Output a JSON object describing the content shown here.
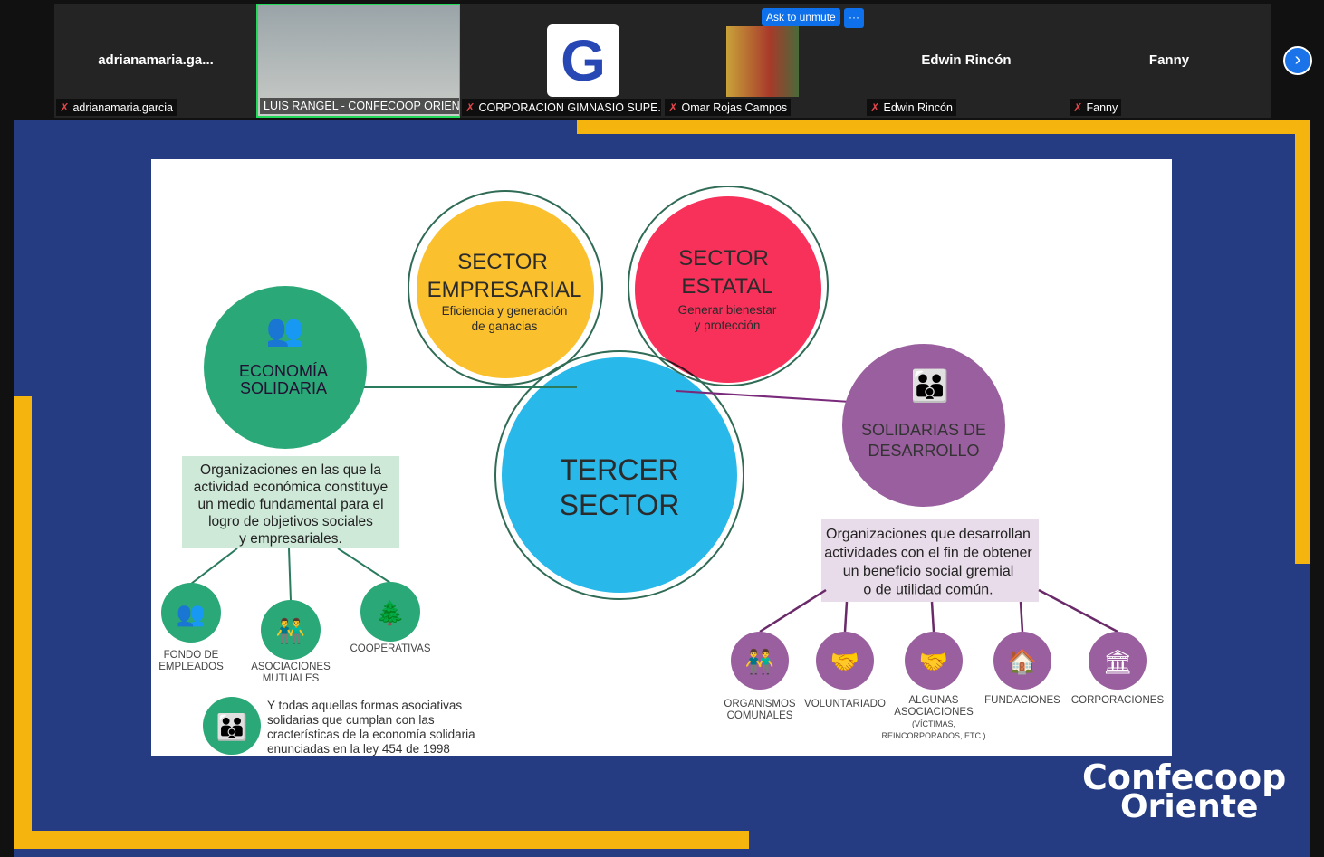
{
  "participants": [
    {
      "display": "adrianamaria.ga...",
      "label": "adrianamaria.garcia",
      "muted": true
    },
    {
      "display": "",
      "label": "LUIS RANGEL - CONFECOOP ORIEN...",
      "muted": false,
      "active": true
    },
    {
      "display": "",
      "label": "CORPORACION GIMNASIO SUPE...",
      "muted": true
    },
    {
      "display": "",
      "label": "Omar Rojas Campos",
      "muted": true
    },
    {
      "display": "Edwin Rincón",
      "label": "Edwin Rincón",
      "muted": true
    },
    {
      "display": "Fanny",
      "label": "Fanny",
      "muted": true
    }
  ],
  "controls": {
    "ask_unmute": "Ask to unmute",
    "more": "···",
    "next": "›"
  },
  "colors": {
    "yellow": "#fbc02d",
    "red": "#f8315a",
    "blue": "#29b8ea",
    "green": "#2aa877",
    "purple": "#9a5f9e",
    "frame": "#f6b40f",
    "bg": "#263c82"
  },
  "slide": {
    "sector_empresarial": {
      "title1": "SECTOR",
      "title2": "EMPRESARIAL",
      "sub1": "Eficiencia y generación",
      "sub2": "de ganacias"
    },
    "sector_estatal": {
      "title1": "SECTOR",
      "title2": "ESTATAL",
      "sub1": "Generar bienestar",
      "sub2": "y protección"
    },
    "tercer_sector": {
      "line1": "TERCER",
      "line2": "SECTOR"
    },
    "economia": {
      "line1": "ECONOMÍA",
      "line2": "SOLIDARIA",
      "desc": [
        "Organizaciones en las que la",
        "actividad económica constituye",
        "un medio fundamental para el",
        "logro de objetivos sociales",
        "y empresariales."
      ],
      "items": [
        [
          "FONDO DE",
          "EMPLEADOS"
        ],
        [
          "ASOCIACIONES",
          "MUTUALES"
        ],
        [
          "COOPERATIVAS"
        ]
      ],
      "note": [
        "Y todas aquellas formas asociativas",
        "solidarias que cumplan con las",
        "cracterísticas de la economía solidaria",
        "enunciadas en la ley 454 de 1998"
      ]
    },
    "desarrollo": {
      "line1": "SOLIDARIAS DE",
      "line2": "DESARROLLO",
      "desc": [
        "Organizaciones que desarrollan",
        "actividades con el fin de obtener",
        "un beneficio social gremial",
        "o de utilidad común."
      ],
      "items": [
        [
          "ORGANISMOS",
          "COMUNALES"
        ],
        [
          "VOLUNTARIADO"
        ],
        [
          "ALGUNAS",
          "ASOCIACIONES",
          "(VÍCTIMAS,",
          "REINCORPORADOS, ETC.)"
        ],
        [
          "FUNDACIONES"
        ],
        [
          "CORPORACIONES"
        ]
      ]
    }
  },
  "logo": {
    "line1": "Confecoop",
    "line2": "Oriente"
  }
}
